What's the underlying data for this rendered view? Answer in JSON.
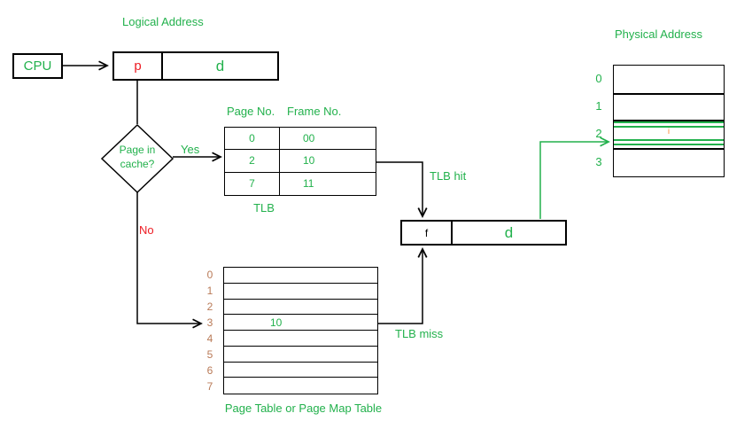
{
  "colors": {
    "green": "#22B14C",
    "red": "#ED1C24",
    "brown": "#B97A57",
    "orange": "#FF7F27",
    "line": "#000000",
    "background": "#FFFFFF"
  },
  "logical_address": {
    "title": "Logical Address",
    "p": "p",
    "d": "d"
  },
  "cpu": {
    "label": "CPU"
  },
  "decision": {
    "line1": "Page in",
    "line2": "cache?",
    "yes": "Yes",
    "no": "No"
  },
  "tlb": {
    "title": "TLB",
    "col_page": "Page No.",
    "col_frame": "Frame No.",
    "rows": [
      {
        "page": "0",
        "frame": "00"
      },
      {
        "page": "2",
        "frame": "10"
      },
      {
        "page": "7",
        "frame": "11"
      }
    ],
    "hit_label": "TLB hit",
    "miss_label": "TLB miss"
  },
  "frame_box": {
    "f": "f",
    "d": "d"
  },
  "page_table": {
    "caption": "Page Table or Page Map Table",
    "rows": [
      {
        "label": "0",
        "value": ""
      },
      {
        "label": "1",
        "value": ""
      },
      {
        "label": "2",
        "value": ""
      },
      {
        "label": "3",
        "value": "10"
      },
      {
        "label": "4",
        "value": ""
      },
      {
        "label": "5",
        "value": ""
      },
      {
        "label": "6",
        "value": ""
      },
      {
        "label": "7",
        "value": ""
      }
    ]
  },
  "physical_memory": {
    "title": "Physical Address",
    "row_labels": [
      "0",
      "1",
      "2",
      "3"
    ],
    "marker": "i"
  }
}
